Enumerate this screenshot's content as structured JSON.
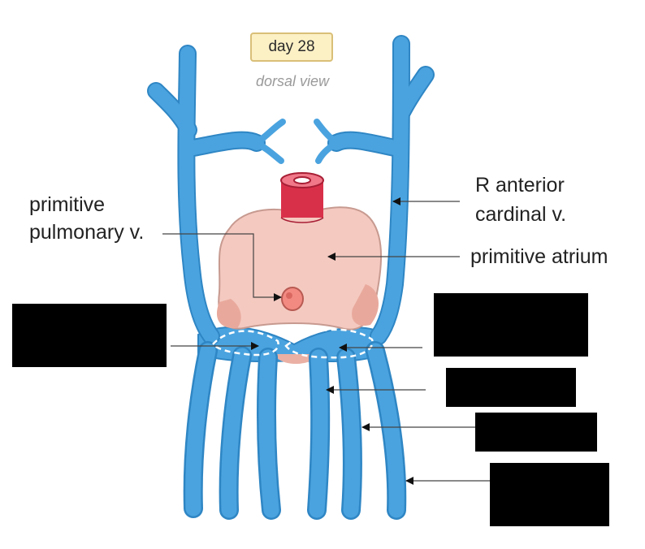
{
  "badge": {
    "day": "day 28"
  },
  "view": "dorsal view",
  "labels": {
    "pulmonary_line1": "primitive",
    "pulmonary_line2": "pulmonary v.",
    "cardinal_line1": "R anterior",
    "cardinal_line2": "cardinal v.",
    "atrium": "primitive atrium"
  },
  "colors": {
    "vein": "#4aa3df",
    "vein_outline": "#2f86c4",
    "atrium": "#f4c9c0",
    "atrium_outline": "#c79a90",
    "outflow": "#d9304a",
    "redaction": "#000000"
  }
}
